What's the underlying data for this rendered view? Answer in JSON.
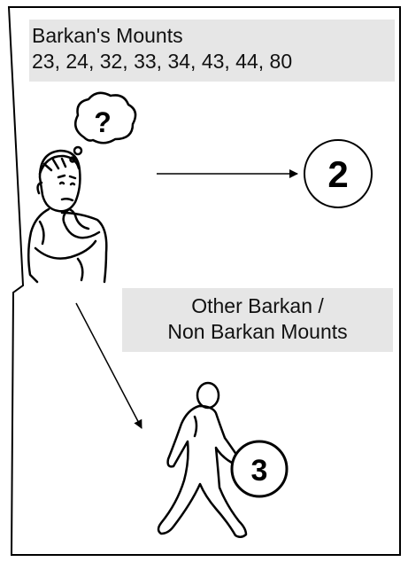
{
  "barkan_box": {
    "title": "Barkan's Mounts",
    "models": "23, 24, 32, 33, 34, 43, 44, 80"
  },
  "other_box": {
    "line1": "Other Barkan /",
    "line2": "Non Barkan Mounts"
  },
  "thinking_icon": {
    "glyph": "?"
  },
  "step_top": {
    "number": "2"
  },
  "step_bottom": {
    "number": "3"
  }
}
